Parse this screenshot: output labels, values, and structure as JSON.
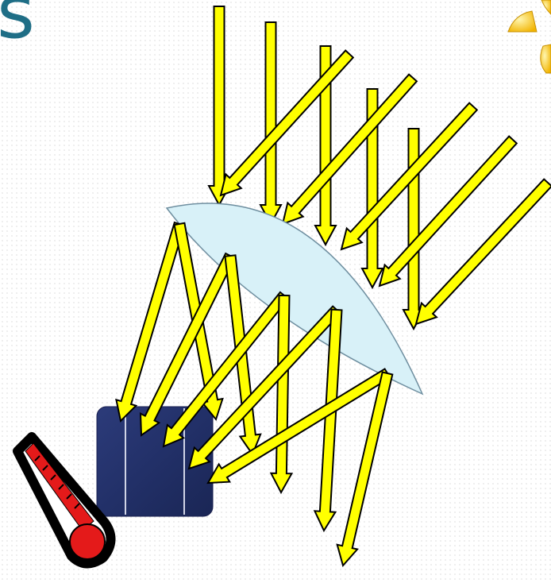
{
  "title_fragment": "s",
  "scene": {
    "description_items": [
      "sun-icon",
      "incoming-light-arrows",
      "concentrator-lens",
      "reflected-light-arrows",
      "solar-cell",
      "thermometer-icon"
    ],
    "colors": {
      "arrow_fill": "#ffff00",
      "arrow_stroke": "#000000",
      "lens_fill": "#d8f1f8",
      "cell_blue": "#27346e",
      "thermometer_red": "#e41a1a",
      "title": "#1f6e86",
      "sun": "#ffd640"
    }
  }
}
